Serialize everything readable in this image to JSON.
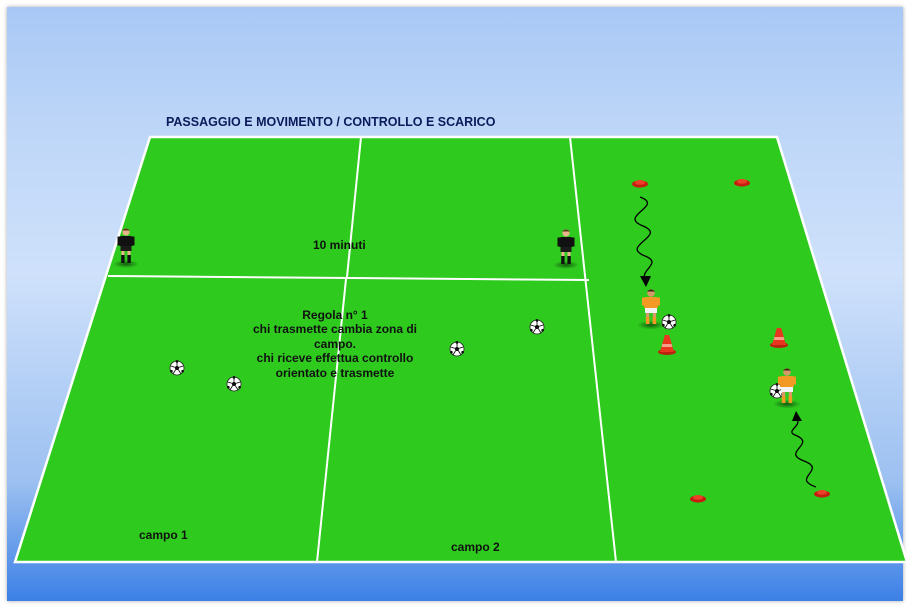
{
  "diagram": {
    "title": "PASSAGGIO E MOVIMENTO / CONTROLLO E SCARICO",
    "duration_label": "10 minuti",
    "rule": {
      "heading": "Regola n° 1",
      "lines": [
        "chi trasmette cambia zona di",
        "campo.",
        "chi riceve effettua controllo",
        "orientato e trasmette"
      ]
    },
    "zones": [
      {
        "label": "campo 1"
      },
      {
        "label": "campo 2"
      }
    ],
    "colors": {
      "field": "#2ecb1e",
      "lines": "#ffffff",
      "background_top": "#a9c8f5",
      "background_bottom": "#3c80e6",
      "cone": "#e8371e",
      "player_jersey": "#f29a24",
      "referee_kit": "#111111"
    },
    "icons": [
      "referee-icon",
      "player-icon",
      "ball-icon",
      "cone-icon",
      "disc-marker-icon",
      "dribble-arrow-icon"
    ]
  }
}
